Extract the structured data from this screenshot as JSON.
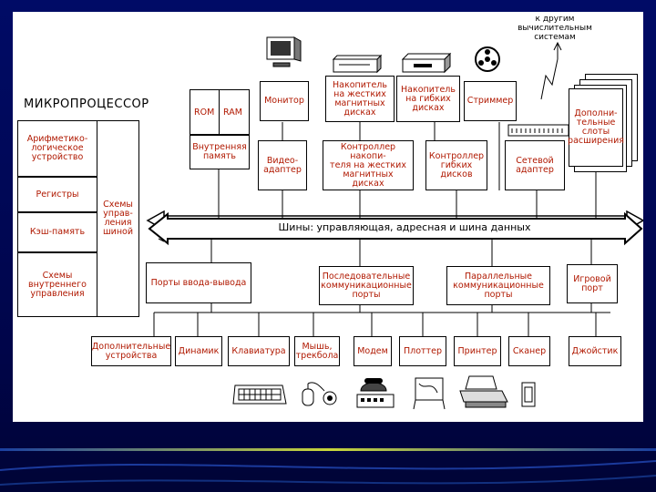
{
  "colors": {
    "label": "#b01800",
    "line": "#000000",
    "slide_bg": "#000b66",
    "accent": "#c8d63a"
  },
  "top_note": "к другим\nвычислительным\nсистемам",
  "mp_title": "МИКРОПРОЦЕССОР",
  "mp": {
    "alu": "Арифметико-\nлогическое\nустройство",
    "reg": "Регистры",
    "cache": "Кэш-память",
    "ctrl_int": "Схемы\nвнутреннего\nуправления",
    "ctrl": "Схемы\nуправ-\nления\nшиной"
  },
  "rom": "ROM",
  "ram": "RAM",
  "int_mem": "Внутренняя\nпамять",
  "top_row": {
    "monitor": "Монитор",
    "hdd": "Накопитель\nна жестких\nмагнитных\nдисках",
    "fdd": "Накопитель\nна гибких\nдисках",
    "streamer": "Стриммер",
    "slots": "Дополни-\nтельные\nслоты\nрасширения"
  },
  "mid_row": {
    "video": "Видео-\nадаптер",
    "hdd_ctrl": "Контроллер накопи-\nтеля на жестких\nмагнитных\nдисках",
    "fdd_ctrl": "Контроллер\nгибких\nдисков",
    "net": "Сетевой\nадаптер"
  },
  "bus": "Шины: управляющая, адресная и шина данных",
  "lower_row": {
    "io": "Порты ввода-вывода",
    "serial": "Последовательные\nкоммуникационные\nпорты",
    "parallel": "Параллельные\nкоммуникационные\nпорты",
    "game": "Игровой\nпорт"
  },
  "bottom_row": {
    "extra": "Дополнительные\nустройства",
    "speaker": "Динамик",
    "keyboard": "Клавиатура",
    "mouse": "Мышь,\nтрекбола",
    "modem": "Модем",
    "plotter": "Плоттер",
    "printer": "Принтер",
    "scanner": "Сканер",
    "joystick": "Джойстик"
  }
}
